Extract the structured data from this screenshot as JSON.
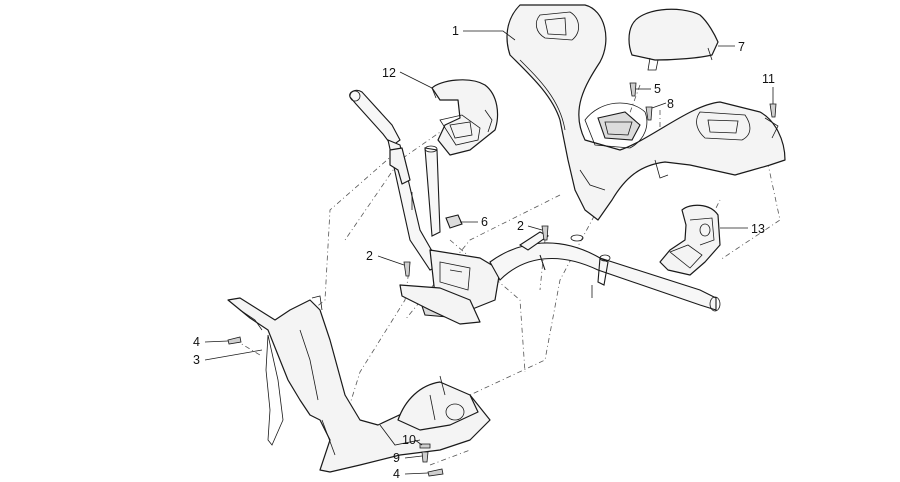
{
  "callouts": [
    {
      "id": "1",
      "label": "1"
    },
    {
      "id": "2a",
      "label": "2"
    },
    {
      "id": "2b",
      "label": "2"
    },
    {
      "id": "3",
      "label": "3"
    },
    {
      "id": "4a",
      "label": "4"
    },
    {
      "id": "4b",
      "label": "4"
    },
    {
      "id": "5",
      "label": "5"
    },
    {
      "id": "6",
      "label": "6"
    },
    {
      "id": "7",
      "label": "7"
    },
    {
      "id": "8",
      "label": "8"
    },
    {
      "id": "9",
      "label": "9"
    },
    {
      "id": "10",
      "label": "10"
    },
    {
      "id": "11",
      "label": "11"
    },
    {
      "id": "12",
      "label": "12"
    },
    {
      "id": "13",
      "label": "13"
    }
  ]
}
